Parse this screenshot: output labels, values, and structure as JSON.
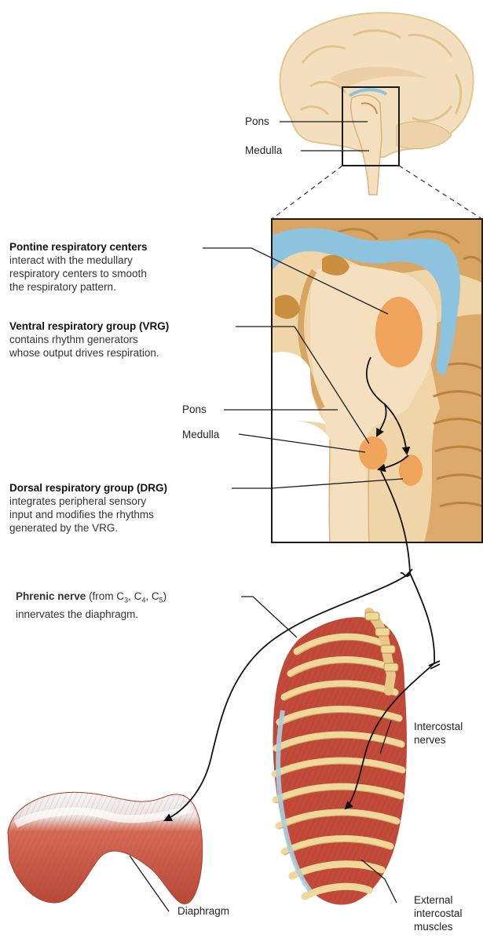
{
  "labels": {
    "pons_top": "Pons",
    "medulla_top": "Medulla",
    "pons_zoom": "Pons",
    "medulla_zoom": "Medulla",
    "intercostal_nerves": "Intercostal\nnerves",
    "external_intercostal_muscles": "External\nintercostal\nmuscles",
    "diaphragm": "Diaphragm"
  },
  "pontine": {
    "title": "Pontine respiratory centers",
    "body": "interact with the medullary\nrespiratory centers to smooth\nthe respiratory pattern."
  },
  "vrg": {
    "title": "Ventral respiratory group (VRG)",
    "body": "contains rhythm generators\nwhose output drives respiration."
  },
  "drg": {
    "title": "Dorsal respiratory group (DRG)",
    "body": "integrates peripheral sensory\ninput and modifies the rhythms\ngenerated by the VRG."
  },
  "phrenic": {
    "title": "Phrenic nerve",
    "paren_open": "(from C",
    "s1": "3",
    "sep1": ", C",
    "s2": "4",
    "sep2": ", C",
    "s3": "5",
    "paren_close": ")",
    "body": "innervates the diaphragm."
  },
  "colors": {
    "brain": "#f2dcb4",
    "brain_dark": "#c98f3e",
    "ventricle": "#8ec3e0",
    "center": "#f0a35a",
    "muscle": "#c24a3a",
    "rib": "#f0d89a",
    "nerve": "#111111"
  }
}
